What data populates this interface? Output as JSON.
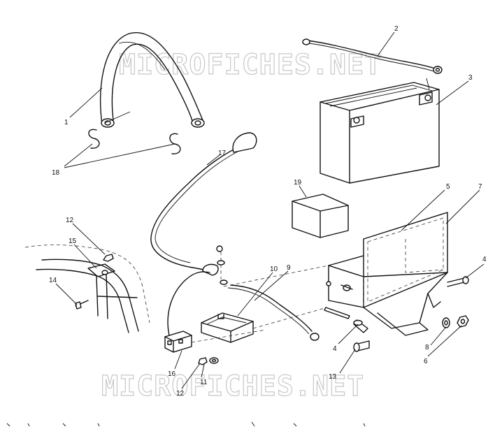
{
  "watermark": {
    "top_text": "MICROFICHES.NET",
    "bottom_text": "MICROFICHES.NET"
  },
  "callouts": {
    "c1": "1",
    "c2": "2",
    "c3": "3",
    "c4a": "4",
    "c4b": "4",
    "c5": "5",
    "c6": "6",
    "c7": "7",
    "c8": "8",
    "c9": "9",
    "c10": "10",
    "c11": "11",
    "c12a": "12",
    "c12b": "12",
    "c13": "13",
    "c14": "14",
    "c15": "15",
    "c16": "16",
    "c17": "17",
    "c18": "18",
    "c19": "19"
  },
  "colors": {
    "line": "#111111",
    "watermark_outline": "#c8c8c8",
    "background": "#ffffff"
  }
}
